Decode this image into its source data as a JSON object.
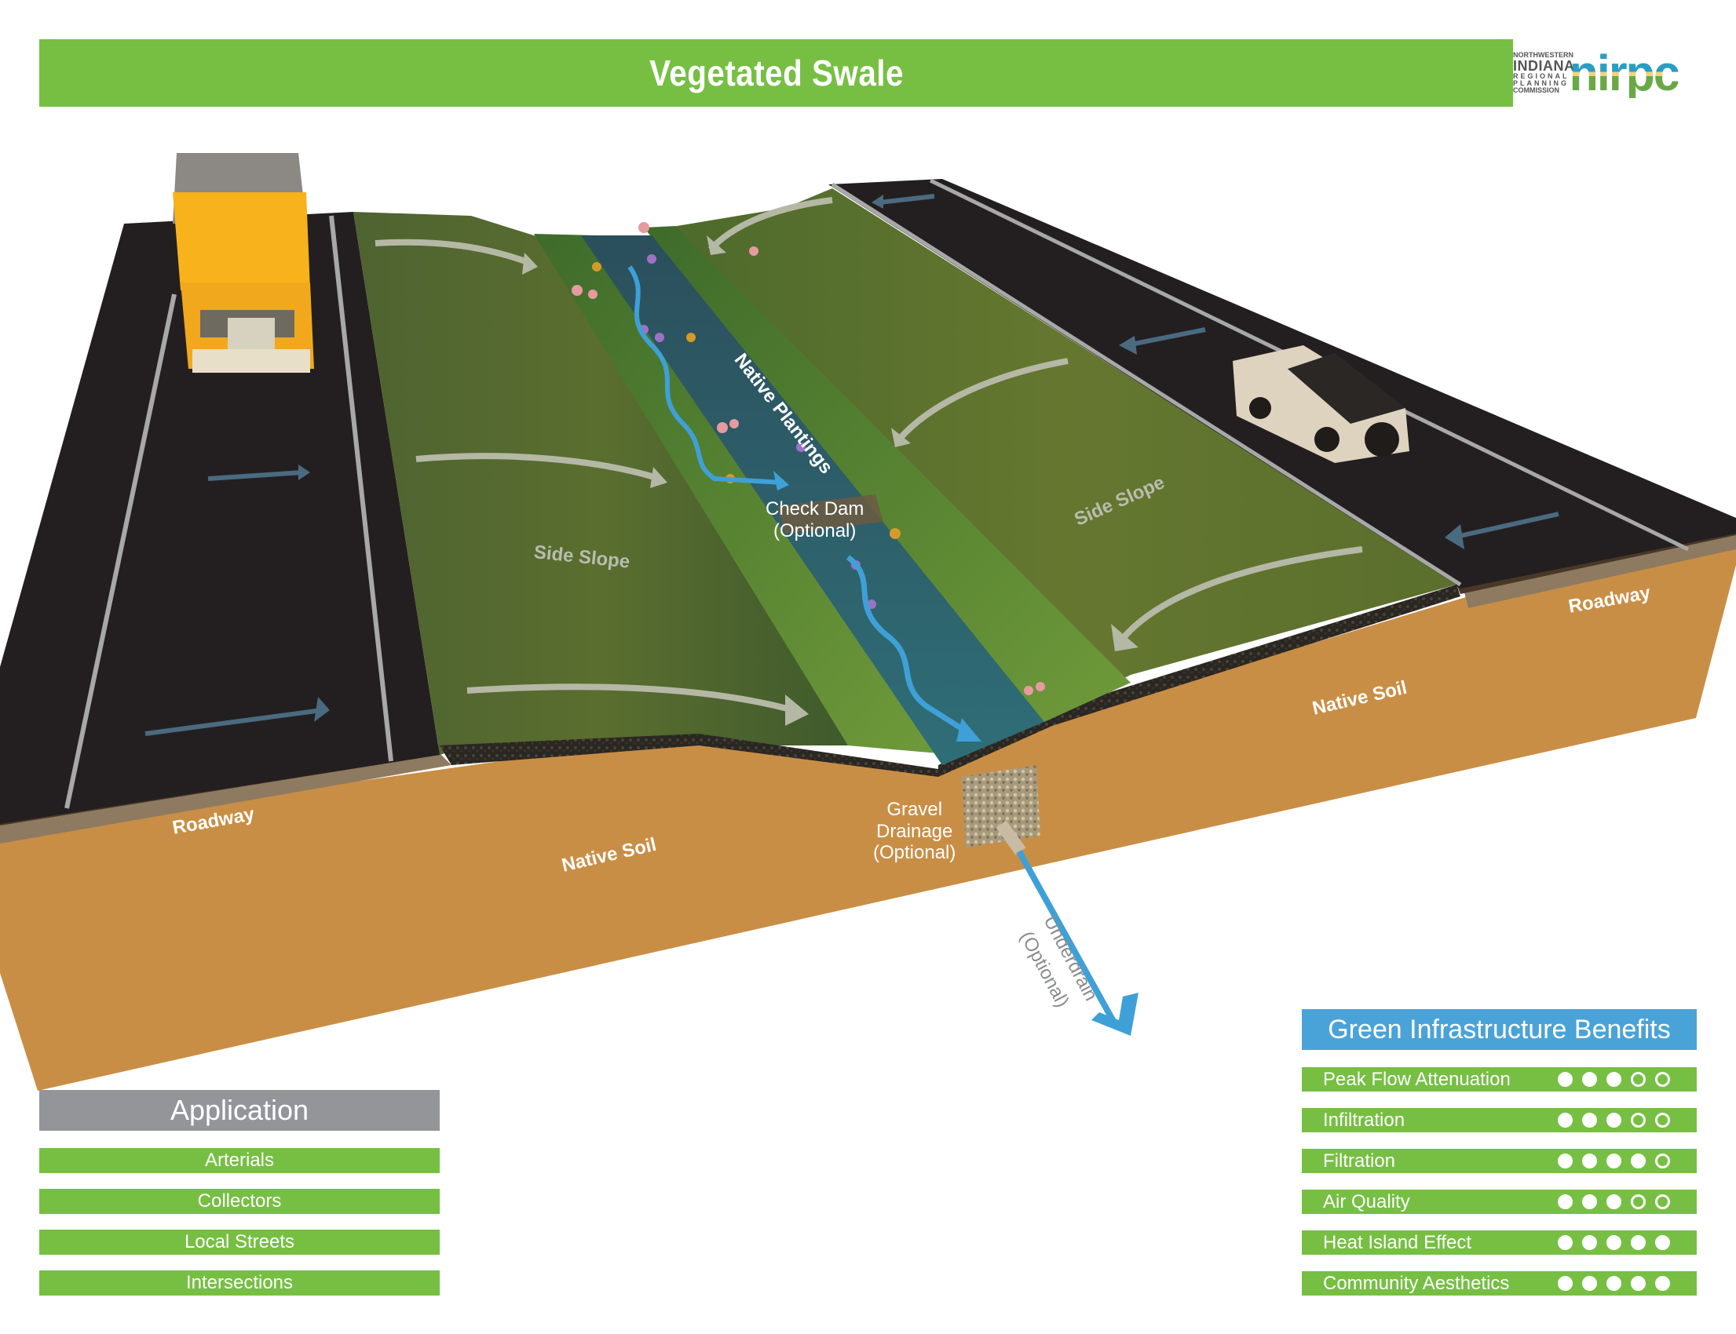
{
  "header": {
    "title": "Vegetated Swale",
    "logo": {
      "org_lines": [
        "NORTHWESTERN",
        "INDIANA",
        "REGIONAL",
        "PLANNING",
        "COMMISSION"
      ],
      "mark": "nirpc"
    }
  },
  "diagram": {
    "labels": {
      "native_plantings": "Native Plantings",
      "check_dam": "Check Dam",
      "check_dam_note": "(Optional)",
      "side_slope_left": "Side Slope",
      "side_slope_right": "Side Slope",
      "roadway_left": "Roadway",
      "roadway_right": "Roadway",
      "native_soil_left": "Native Soil",
      "native_soil_right": "Native Soil",
      "gravel_drainage_1": "Gravel",
      "gravel_drainage_2": "Drainage",
      "gravel_drainage_3": "(Optional)",
      "underdrain": "Underdrain",
      "underdrain_note": "(Optional)"
    },
    "colors": {
      "grass": "#5a6e2f",
      "asphalt": "#231f20",
      "soil": "#c98e45",
      "water_arrow": "#3fa0d8",
      "runoff_arrow": "#b5b8a5",
      "traffic_arrow": "#4a6a80"
    }
  },
  "application": {
    "title": "Application",
    "items": [
      "Arterials",
      "Collectors",
      "Local Streets",
      "Intersections"
    ]
  },
  "benefits": {
    "title": "Green Infrastructure Benefits",
    "scale_max": 5,
    "items": [
      {
        "label": "Peak Flow Attenuation",
        "rating": 3
      },
      {
        "label": "Infiltration",
        "rating": 3
      },
      {
        "label": "Filtration",
        "rating": 4
      },
      {
        "label": "Air Quality",
        "rating": 3
      },
      {
        "label": "Heat Island Effect",
        "rating": 5
      },
      {
        "label": "Community Aesthetics",
        "rating": 5
      }
    ]
  }
}
